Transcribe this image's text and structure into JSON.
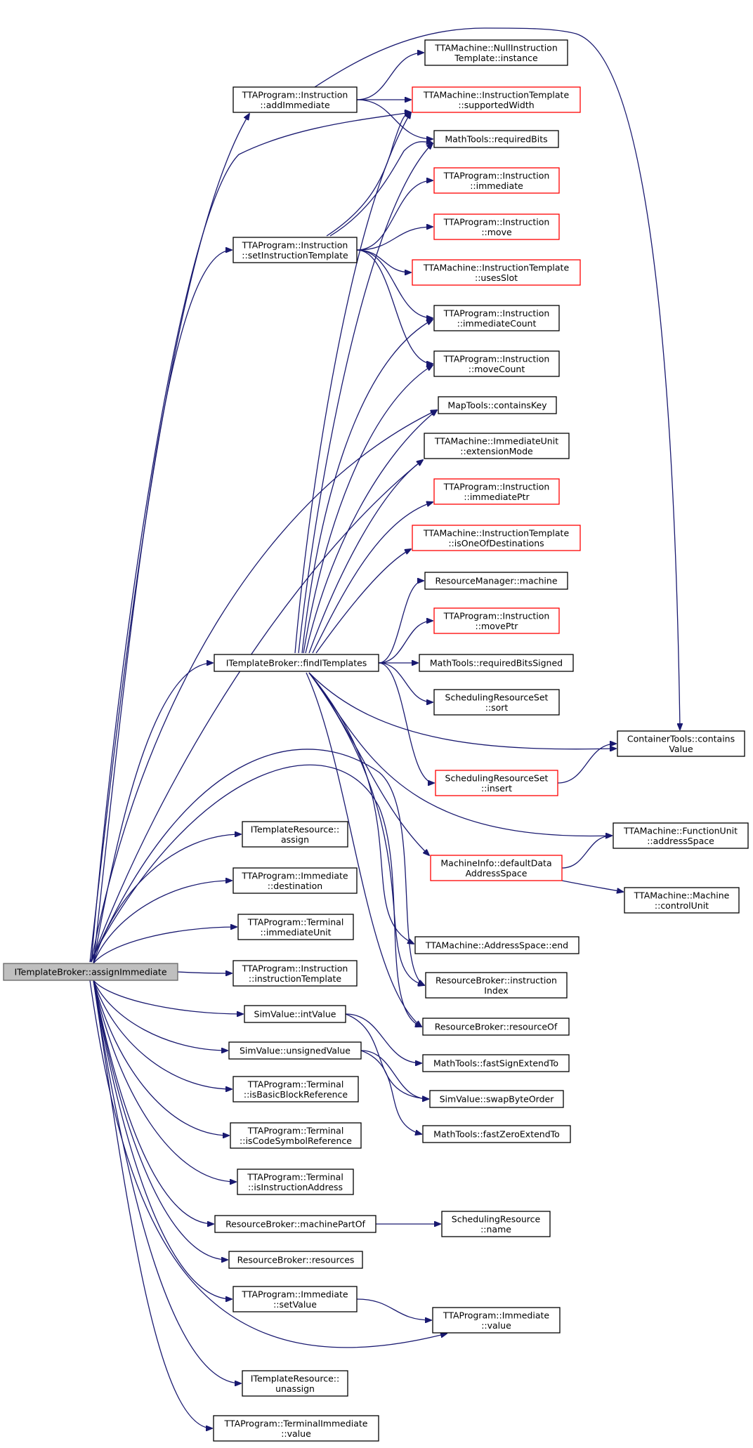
{
  "colors": {
    "edge": "#191970",
    "border_normal": "#000000",
    "border_truncated": "#ff0000",
    "fill_normal": "#ffffff",
    "fill_root": "#bfbfbf"
  },
  "nodes": [
    {
      "id": "root",
      "lines": [
        "ITemplateBroker::assignImmediate"
      ],
      "style": "root"
    },
    {
      "id": "addImmediate",
      "lines": [
        "TTAProgram::Instruction",
        "::addImmediate"
      ],
      "style": "normal"
    },
    {
      "id": "nullInstrTemplate",
      "lines": [
        "TTAMachine::NullInstruction",
        "Template::instance"
      ],
      "style": "normal"
    },
    {
      "id": "supportedWidth",
      "lines": [
        "TTAMachine::InstructionTemplate",
        "::supportedWidth"
      ],
      "style": "truncated"
    },
    {
      "id": "requiredBits",
      "lines": [
        "MathTools::requiredBits"
      ],
      "style": "normal"
    },
    {
      "id": "immediate",
      "lines": [
        "TTAProgram::Instruction",
        "::immediate"
      ],
      "style": "truncated"
    },
    {
      "id": "move",
      "lines": [
        "TTAProgram::Instruction",
        "::move"
      ],
      "style": "truncated"
    },
    {
      "id": "setInstrTemplate",
      "lines": [
        "TTAProgram::Instruction",
        "::setInstructionTemplate"
      ],
      "style": "normal"
    },
    {
      "id": "usesSlot",
      "lines": [
        "TTAMachine::InstructionTemplate",
        "::usesSlot"
      ],
      "style": "truncated"
    },
    {
      "id": "immediateCount",
      "lines": [
        "TTAProgram::Instruction",
        "::immediateCount"
      ],
      "style": "normal"
    },
    {
      "id": "moveCount",
      "lines": [
        "TTAProgram::Instruction",
        "::moveCount"
      ],
      "style": "normal"
    },
    {
      "id": "containsKey",
      "lines": [
        "MapTools::containsKey"
      ],
      "style": "normal"
    },
    {
      "id": "extensionMode",
      "lines": [
        "TTAMachine::ImmediateUnit",
        "::extensionMode"
      ],
      "style": "normal"
    },
    {
      "id": "immediatePtr",
      "lines": [
        "TTAProgram::Instruction",
        "::immediatePtr"
      ],
      "style": "truncated"
    },
    {
      "id": "isOneOfDest",
      "lines": [
        "TTAMachine::InstructionTemplate",
        "::isOneOfDestinations"
      ],
      "style": "truncated"
    },
    {
      "id": "rmMachine",
      "lines": [
        "ResourceManager::machine"
      ],
      "style": "normal"
    },
    {
      "id": "movePtr",
      "lines": [
        "TTAProgram::Instruction",
        "::movePtr"
      ],
      "style": "truncated"
    },
    {
      "id": "findITemplates",
      "lines": [
        "ITemplateBroker::findITemplates"
      ],
      "style": "normal"
    },
    {
      "id": "requiredBitsSigned",
      "lines": [
        "MathTools::requiredBitsSigned"
      ],
      "style": "normal"
    },
    {
      "id": "srsSort",
      "lines": [
        "SchedulingResourceSet",
        "::sort"
      ],
      "style": "normal"
    },
    {
      "id": "containsValue",
      "lines": [
        "ContainerTools::contains",
        "Value"
      ],
      "style": "normal"
    },
    {
      "id": "srsInsert",
      "lines": [
        "SchedulingResourceSet",
        "::insert"
      ],
      "style": "truncated"
    },
    {
      "id": "fuAddressSpace",
      "lines": [
        "TTAMachine::FunctionUnit",
        "::addressSpace"
      ],
      "style": "normal"
    },
    {
      "id": "itrAssign",
      "lines": [
        "ITemplateResource::",
        "assign"
      ],
      "style": "normal"
    },
    {
      "id": "defaultDataAS",
      "lines": [
        "MachineInfo::defaultData",
        "AddressSpace"
      ],
      "style": "truncated"
    },
    {
      "id": "immDestination",
      "lines": [
        "TTAProgram::Immediate",
        "::destination"
      ],
      "style": "normal"
    },
    {
      "id": "controlUnit",
      "lines": [
        "TTAMachine::Machine",
        "::controlUnit"
      ],
      "style": "normal"
    },
    {
      "id": "termImmUnit",
      "lines": [
        "TTAProgram::Terminal",
        "::immediateUnit"
      ],
      "style": "normal"
    },
    {
      "id": "asEnd",
      "lines": [
        "TTAMachine::AddressSpace::end"
      ],
      "style": "normal"
    },
    {
      "id": "instrTemplate",
      "lines": [
        "TTAProgram::Instruction",
        "::instructionTemplate"
      ],
      "style": "normal"
    },
    {
      "id": "rbInstrIndex",
      "lines": [
        "ResourceBroker::instruction",
        "Index"
      ],
      "style": "normal"
    },
    {
      "id": "intValue",
      "lines": [
        "SimValue::intValue"
      ],
      "style": "normal"
    },
    {
      "id": "rbResourceOf",
      "lines": [
        "ResourceBroker::resourceOf"
      ],
      "style": "normal"
    },
    {
      "id": "unsignedValue",
      "lines": [
        "SimValue::unsignedValue"
      ],
      "style": "normal"
    },
    {
      "id": "fastSignExtendTo",
      "lines": [
        "MathTools::fastSignExtendTo"
      ],
      "style": "normal"
    },
    {
      "id": "isBBRef",
      "lines": [
        "TTAProgram::Terminal",
        "::isBasicBlockReference"
      ],
      "style": "normal"
    },
    {
      "id": "swapByteOrder",
      "lines": [
        "SimValue::swapByteOrder"
      ],
      "style": "normal"
    },
    {
      "id": "isCodeSymRef",
      "lines": [
        "TTAProgram::Terminal",
        "::isCodeSymbolReference"
      ],
      "style": "normal"
    },
    {
      "id": "fastZeroExtendTo",
      "lines": [
        "MathTools::fastZeroExtendTo"
      ],
      "style": "normal"
    },
    {
      "id": "isInstrAddr",
      "lines": [
        "TTAProgram::Terminal",
        "::isInstructionAddress"
      ],
      "style": "normal"
    },
    {
      "id": "machinePartOf",
      "lines": [
        "ResourceBroker::machinePartOf"
      ],
      "style": "normal"
    },
    {
      "id": "srName",
      "lines": [
        "SchedulingResource",
        "::name"
      ],
      "style": "normal"
    },
    {
      "id": "rbResources",
      "lines": [
        "ResourceBroker::resources"
      ],
      "style": "normal"
    },
    {
      "id": "setValue",
      "lines": [
        "TTAProgram::Immediate",
        "::setValue"
      ],
      "style": "normal"
    },
    {
      "id": "immValue",
      "lines": [
        "TTAProgram::Immediate",
        "::value"
      ],
      "style": "normal"
    },
    {
      "id": "itrUnassign",
      "lines": [
        "ITemplateResource::",
        "unassign"
      ],
      "style": "normal"
    },
    {
      "id": "termImmValue",
      "lines": [
        "TTAProgram::TerminalImmediate",
        "::value"
      ],
      "style": "normal"
    }
  ],
  "edges": [
    [
      "root",
      "addImmediate"
    ],
    [
      "root",
      "supportedWidth"
    ],
    [
      "root",
      "setInstrTemplate"
    ],
    [
      "root",
      "containsKey"
    ],
    [
      "root",
      "extensionMode"
    ],
    [
      "root",
      "findITemplates"
    ],
    [
      "root",
      "rbInstrIndex"
    ],
    [
      "root",
      "rbResourceOf"
    ],
    [
      "root",
      "itrAssign"
    ],
    [
      "root",
      "immDestination"
    ],
    [
      "root",
      "termImmUnit"
    ],
    [
      "root",
      "instrTemplate"
    ],
    [
      "root",
      "intValue"
    ],
    [
      "root",
      "unsignedValue"
    ],
    [
      "root",
      "isBBRef"
    ],
    [
      "root",
      "isCodeSymRef"
    ],
    [
      "root",
      "isInstrAddr"
    ],
    [
      "root",
      "machinePartOf"
    ],
    [
      "root",
      "rbResources"
    ],
    [
      "root",
      "setValue"
    ],
    [
      "root",
      "immValue"
    ],
    [
      "root",
      "itrUnassign"
    ],
    [
      "root",
      "termImmValue"
    ],
    [
      "addImmediate",
      "nullInstrTemplate"
    ],
    [
      "addImmediate",
      "supportedWidth"
    ],
    [
      "addImmediate",
      "requiredBits"
    ],
    [
      "addImmediate",
      "containsValue"
    ],
    [
      "setInstrTemplate",
      "supportedWidth"
    ],
    [
      "setInstrTemplate",
      "requiredBits"
    ],
    [
      "setInstrTemplate",
      "immediate"
    ],
    [
      "setInstrTemplate",
      "move"
    ],
    [
      "setInstrTemplate",
      "usesSlot"
    ],
    [
      "setInstrTemplate",
      "immediateCount"
    ],
    [
      "setInstrTemplate",
      "moveCount"
    ],
    [
      "findITemplates",
      "supportedWidth"
    ],
    [
      "findITemplates",
      "requiredBits"
    ],
    [
      "findITemplates",
      "immediateCount"
    ],
    [
      "findITemplates",
      "moveCount"
    ],
    [
      "findITemplates",
      "containsKey"
    ],
    [
      "findITemplates",
      "extensionMode"
    ],
    [
      "findITemplates",
      "immediatePtr"
    ],
    [
      "findITemplates",
      "isOneOfDest"
    ],
    [
      "findITemplates",
      "rmMachine"
    ],
    [
      "findITemplates",
      "movePtr"
    ],
    [
      "findITemplates",
      "requiredBitsSigned"
    ],
    [
      "findITemplates",
      "srsSort"
    ],
    [
      "findITemplates",
      "containsValue"
    ],
    [
      "findITemplates",
      "srsInsert"
    ],
    [
      "findITemplates",
      "fuAddressSpace"
    ],
    [
      "findITemplates",
      "defaultDataAS"
    ],
    [
      "findITemplates",
      "asEnd"
    ],
    [
      "findITemplates",
      "rbInstrIndex"
    ],
    [
      "findITemplates",
      "rbResourceOf"
    ],
    [
      "srsInsert",
      "containsValue"
    ],
    [
      "defaultDataAS",
      "fuAddressSpace"
    ],
    [
      "defaultDataAS",
      "controlUnit"
    ],
    [
      "intValue",
      "fastSignExtendTo"
    ],
    [
      "intValue",
      "swapByteOrder"
    ],
    [
      "unsignedValue",
      "swapByteOrder"
    ],
    [
      "unsignedValue",
      "fastZeroExtendTo"
    ],
    [
      "machinePartOf",
      "srName"
    ],
    [
      "setValue",
      "immValue"
    ]
  ]
}
